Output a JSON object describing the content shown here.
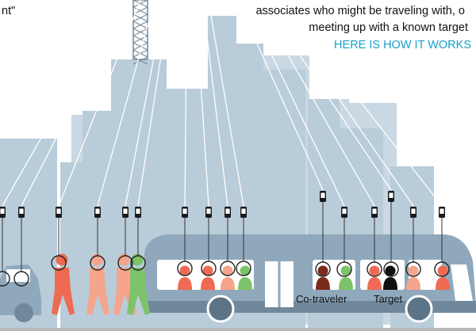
{
  "header": {
    "quote_fragment": "nt\"",
    "intro_line_1": "associates who might be traveling with, o",
    "intro_line_2": "meeting up with a known target",
    "how_link": "HERE IS HOW IT WORKS"
  },
  "labels": {
    "co_traveler": "Co-traveler",
    "target": "Target"
  },
  "colors": {
    "skyline": "#b9ccd9",
    "skyline_back": "#c9d8e3",
    "bus": "#8fa8bc",
    "bus_dark": "#6f889c",
    "window": "#ffffff",
    "signal_lines": "#ffffff",
    "phone": "#1a1a1a",
    "person_red": "#ef6a52",
    "person_salmon": "#f4a58c",
    "person_green": "#7cc36a",
    "person_dark": "#7a2b1c",
    "person_black": "#111111",
    "link_color": "#19a0c8"
  }
}
